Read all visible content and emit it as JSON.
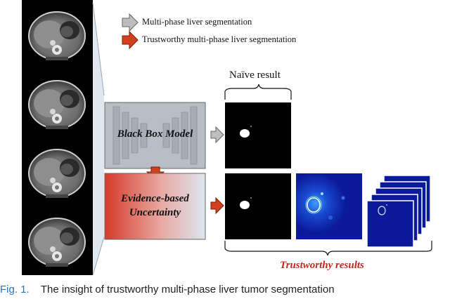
{
  "legend": {
    "item_1": "Multi-phase liver segmentation",
    "item_2": "Trustworthy multi-phase liver segmentation",
    "color_gray_arrow": "#bdbdbd",
    "color_red_arrow": "#d2401f"
  },
  "model_box": {
    "label": "Black Box Model",
    "fill": "#b8bec6"
  },
  "uncertainty_box": {
    "label_line_1": "Evidence-based",
    "label_line_2": "Uncertainty",
    "gradient_from": "#d63a2a",
    "gradient_to": "#dde6f0"
  },
  "naive_label": "Naïve result",
  "trustworthy_label": "Trustworthy results",
  "caption": {
    "prefix": "Fig. 1.",
    "text": "The insight of trustworthy multi-phase liver tumor segmentation"
  },
  "icons": [
    "ct-scan-icon",
    "mask-icon",
    "uncertainty-map-icon",
    "stack-icon"
  ]
}
